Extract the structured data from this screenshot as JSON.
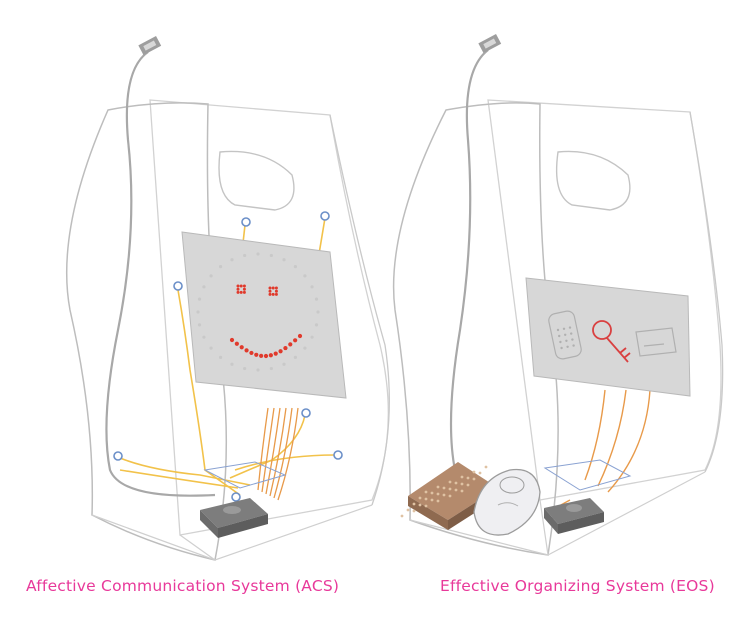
{
  "figure": {
    "panels": [
      {
        "caption": "Affective Communication System (ACS)",
        "display": "smiley-face"
      },
      {
        "caption": "Effective Organizing System (EOS)",
        "display": "phone-key-card-icons"
      }
    ],
    "colors": {
      "caption": "#e8399a",
      "bag_outline": "#bdbdbd",
      "screen_fill": "#d7d7d7",
      "led": "#e03a2c",
      "wire": "#f2c24a",
      "wire_orange": "#e89a4a",
      "sensor_ring": "#6b8fc8",
      "icon_red": "#d94040"
    }
  }
}
